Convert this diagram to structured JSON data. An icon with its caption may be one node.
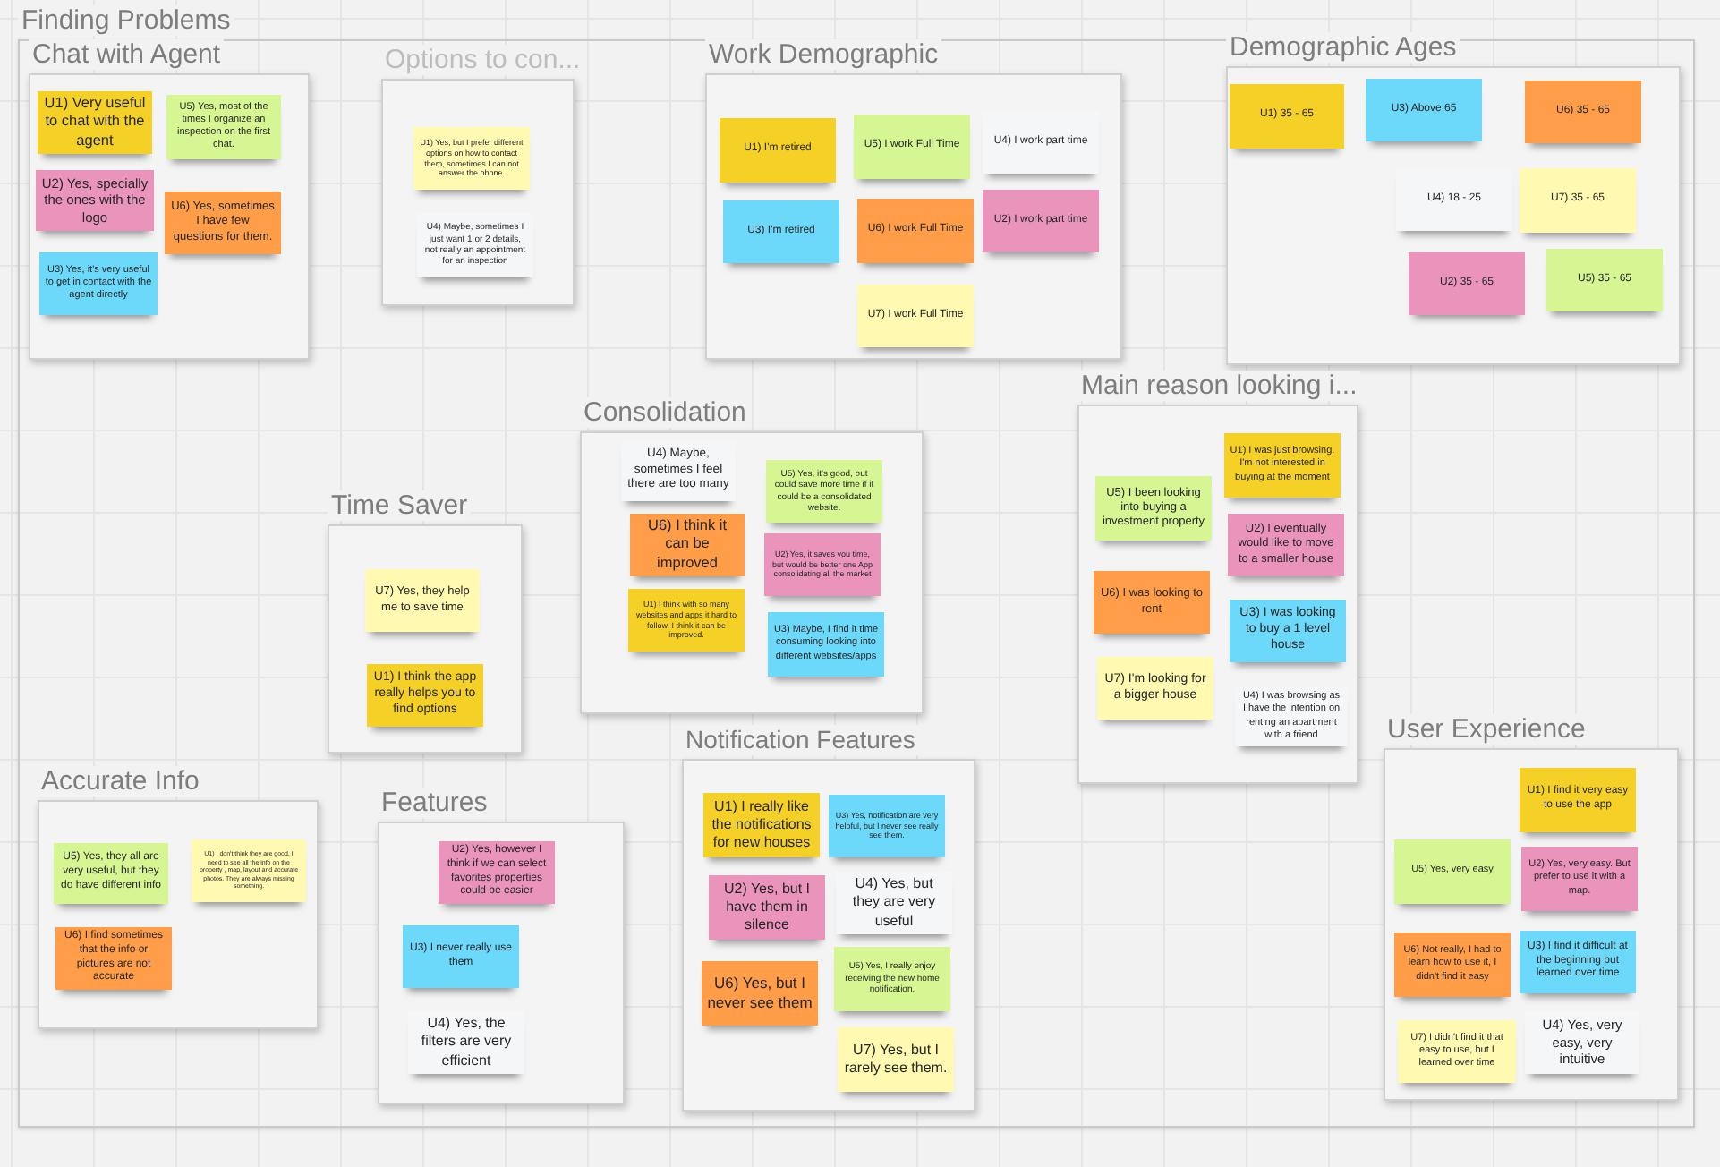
{
  "diagram": {
    "nodes": [
      {
        "text": [
          "Finding Problems"
        ]
      },
      {
        "text": [
          "Chat with Agent"
        ],
        "in": 0
      },
      {
        "text": [
          "U1) Very useful to chat with the agent"
        ],
        "in": 1
      },
      {
        "text": [
          "U5) Yes, most of the times I organize an inspection on the first chat."
        ],
        "in": 1
      },
      {
        "text": [
          "U2) Yes, specially the ones with the logo"
        ],
        "in": 1
      },
      {
        "text": [
          "U6) Yes, sometimes I have few questions for them."
        ],
        "in": 1
      },
      {
        "text": [
          "U3) Yes, it's very useful to get in contact with the agent directly"
        ],
        "in": 1
      },
      {
        "text": [
          "Options to con..."
        ],
        "in": 0
      },
      {
        "text": [
          "U1) Yes, but I prefer different options on how to contact them, sometimes I can not answer the phone."
        ],
        "in": 7
      },
      {
        "text": [
          "U4) Maybe, sometimes I just want 1 or 2 details, not really an appointment for an inspection"
        ],
        "in": 7
      },
      {
        "text": [
          "Work Demographic"
        ],
        "in": 0
      },
      {
        "text": [
          "U1) I'm retired"
        ],
        "in": 10
      },
      {
        "text": [
          "U5) I work Full Time"
        ],
        "in": 10
      },
      {
        "text": [
          "U4) I work part time"
        ],
        "in": 10
      },
      {
        "text": [
          "U3) I'm retired"
        ],
        "in": 10
      },
      {
        "text": [
          "U6) I work Full Time"
        ],
        "in": 10
      },
      {
        "text": [
          "U2) I work part time"
        ],
        "in": 10
      },
      {
        "text": [
          "U7) I work Full Time"
        ],
        "in": 10
      },
      {
        "text": [
          "Demographic Ages"
        ],
        "in": 0
      },
      {
        "text": [
          "U1) 35 - 65"
        ],
        "in": 18
      },
      {
        "text": [
          "U3) Above 65"
        ],
        "in": 18
      },
      {
        "text": [
          "U6) 35 - 65"
        ],
        "in": 18
      },
      {
        "text": [
          "U4) 18 - 25"
        ],
        "in": 18
      },
      {
        "text": [
          "U7) 35 - 65"
        ],
        "in": 18
      },
      {
        "text": [
          "U2) 35 - 65"
        ],
        "in": 18
      },
      {
        "text": [
          "U5) 35 - 65"
        ],
        "in": 18
      },
      {
        "text": [
          "Time Saver"
        ],
        "in": 0
      },
      {
        "text": [
          "U7) Yes, they help me to save time"
        ],
        "in": 26
      },
      {
        "text": [
          "U1) I think the app really helps you to find options"
        ],
        "in": 26
      },
      {
        "text": [
          "Consolidation"
        ],
        "in": 0
      },
      {
        "text": [
          "U4) Maybe, sometimes I feel there are too many"
        ],
        "in": 29
      },
      {
        "text": [
          "U5) Yes, it's good, but could save more time if it could be a consolidated website."
        ],
        "in": 29
      },
      {
        "text": [
          "U6) I think it can be improved"
        ],
        "in": 29
      },
      {
        "text": [
          "U2) Yes, it saves you time, but would be better one App consolidating all the market"
        ],
        "in": 29
      },
      {
        "text": [
          "U1) I think with so many websites and apps it hard to follow. I think it can be improved."
        ],
        "in": 29
      },
      {
        "text": [
          "U3) Maybe, I find it time consuming looking into different websites/apps"
        ],
        "in": 29
      },
      {
        "text": [
          "Main reason looking i..."
        ],
        "in": 0
      },
      {
        "text": [
          "U1) I was just browsing. I'm not interested in buying at the moment"
        ],
        "in": 36
      },
      {
        "text": [
          "U5) I been looking into buying a investment property"
        ],
        "in": 36
      },
      {
        "text": [
          "U2) I eventually would like to move to a smaller house"
        ],
        "in": 36
      },
      {
        "text": [
          "U6) I was looking to rent"
        ],
        "in": 36
      },
      {
        "text": [
          "U3) I was looking to buy a 1 level house"
        ],
        "in": 36
      },
      {
        "text": [
          "U7) I'm looking for a bigger house"
        ],
        "in": 36
      },
      {
        "text": [
          "U4) I was browsing as I have the intention on renting an apartment with a friend"
        ],
        "in": 36
      },
      {
        "text": [
          "Accurate Info"
        ],
        "in": 0
      },
      {
        "text": [
          "U5) Yes, they all are very useful, but they do have different info"
        ],
        "in": 44
      },
      {
        "text": [
          "U1) I don't think they are good. I need to see all the info on the property , map, layout and accurate photos. They are always missing something."
        ],
        "in": 44
      },
      {
        "text": [
          "U6) I find sometimes that the info or pictures are not accurate"
        ],
        "in": 44
      },
      {
        "text": [
          "Features"
        ],
        "in": 0
      },
      {
        "text": [
          "U2) Yes, however I think if we can select favorites properties could be easier"
        ],
        "in": 48
      },
      {
        "text": [
          "U3) I never really use them"
        ],
        "in": 48
      },
      {
        "text": [
          "U4) Yes, the filters are very efficient"
        ],
        "in": 48
      },
      {
        "text": [
          "Notification Features"
        ],
        "in": 0
      },
      {
        "text": [
          "U1) I really like the notifications for new houses"
        ],
        "in": 52
      },
      {
        "text": [
          "U3) Yes, notification are very helpful, but I never see really see them."
        ],
        "in": 52
      },
      {
        "text": [
          "U2) Yes, but I have them in silence"
        ],
        "in": 52
      },
      {
        "text": [
          "U4) Yes, but they are very useful"
        ],
        "in": 52
      },
      {
        "text": [
          "U6) Yes, but I never see them"
        ],
        "in": 52
      },
      {
        "text": [
          "U5) Yes, I really enjoy receiving the new home notification."
        ],
        "in": 52
      },
      {
        "text": [
          "U7) Yes, but I rarely see them."
        ],
        "in": 52
      },
      {
        "text": [
          "User Experience"
        ],
        "in": 0
      },
      {
        "text": [
          "U1) I find it very easy to use the app"
        ],
        "in": 60
      },
      {
        "text": [
          "U5) Yes, very easy"
        ],
        "in": 60
      },
      {
        "text": [
          "U2) Yes, very easy. But prefer to use it with a map."
        ],
        "in": 60
      },
      {
        "text": [
          "U6) Not really, I had to learn how to use it, I didn't find it easy"
        ],
        "in": 60
      },
      {
        "text": [
          "U3) I find it difficult at the beginning but learned over time"
        ],
        "in": 60
      },
      {
        "text": [
          "U7) I didn't find it that easy to use, but I learned over time"
        ],
        "in": 60
      },
      {
        "text": [
          "U4) Yes, very easy, very intuitive"
        ],
        "in": 60
      }
    ]
  }
}
